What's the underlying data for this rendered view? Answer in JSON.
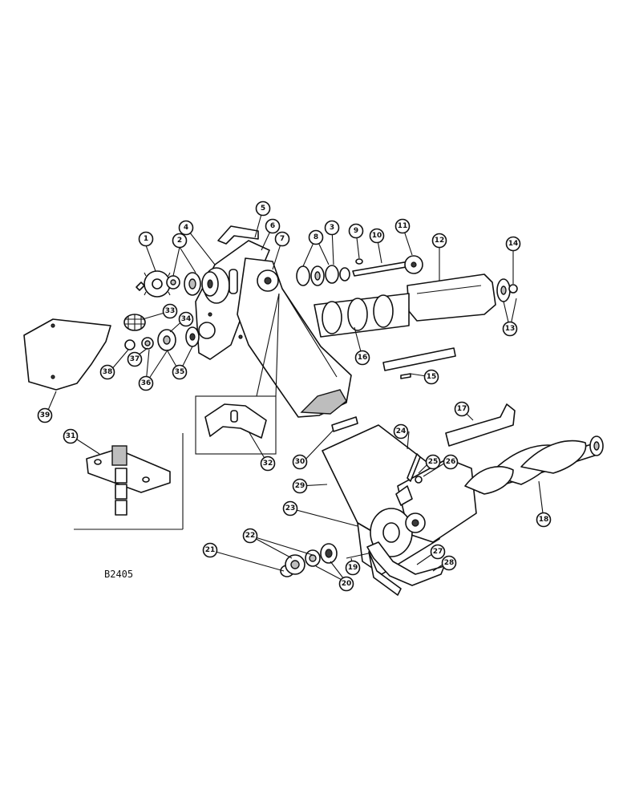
{
  "drawing_code": "B2405",
  "callouts": [
    "1",
    "2",
    "3",
    "4",
    "5",
    "6",
    "7",
    "8",
    "9",
    "10",
    "11",
    "12",
    "13",
    "14",
    "15",
    "16",
    "17",
    "18",
    "19",
    "20",
    "21",
    "22",
    "23",
    "24",
    "25",
    "26",
    "27",
    "28",
    "29",
    "30",
    "31",
    "32",
    "33",
    "34",
    "35",
    "36",
    "37",
    "38",
    "39"
  ],
  "colors": {
    "line": "#111111",
    "background": "#ffffff",
    "shade": "#bdbdbd"
  }
}
